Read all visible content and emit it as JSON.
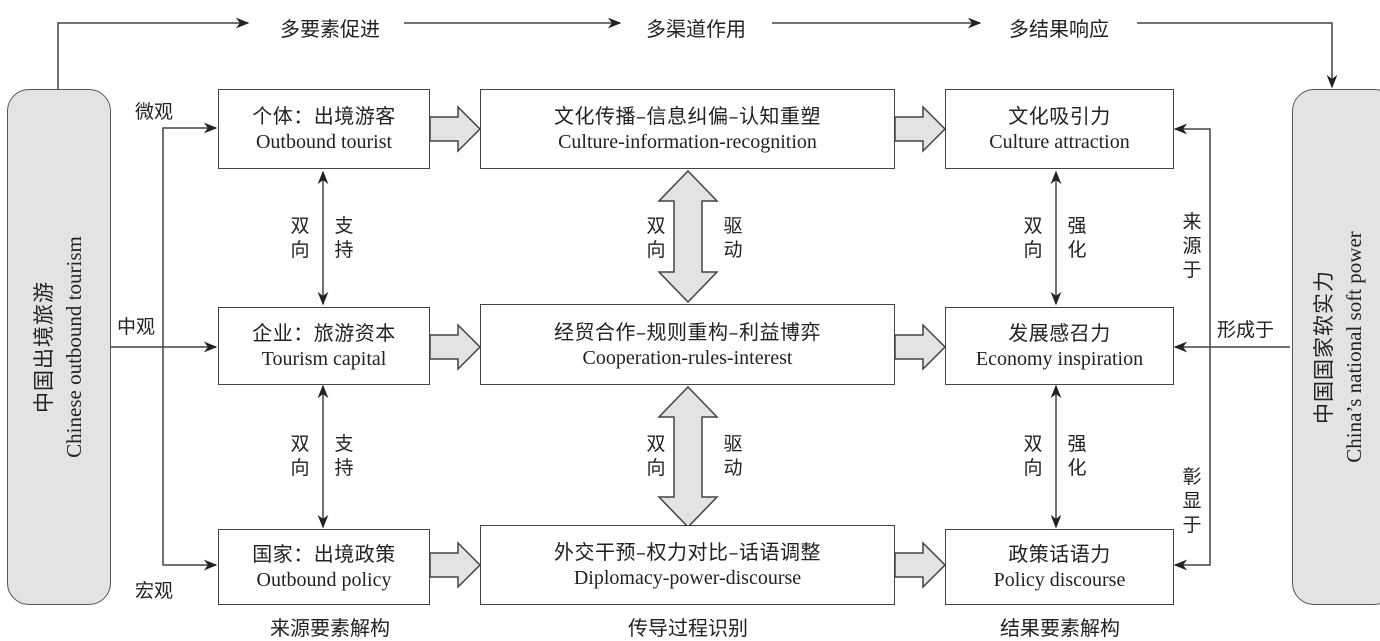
{
  "top_flow": {
    "stage_1": "多要素促进",
    "stage_2": "多渠道作用",
    "stage_3": "多结果响应"
  },
  "left_entity": {
    "zh": "中国出境旅游",
    "en": "Chinese outbound tourism"
  },
  "right_entity": {
    "zh": "中国国家软实力",
    "en": "China’s national soft power"
  },
  "levels": {
    "micro": "微观",
    "meso": "中观",
    "macro": "宏观"
  },
  "source_boxes": [
    {
      "zh": "个体：出境游客",
      "en": "Outbound tourist"
    },
    {
      "zh": "企业：旅游资本",
      "en": "Tourism capital"
    },
    {
      "zh": "国家：出境政策",
      "en": "Outbound policy"
    }
  ],
  "process_boxes": [
    {
      "zh": "文化传播–信息纠偏–认知重塑",
      "en": "Culture-information-recognition"
    },
    {
      "zh": "经贸合作–规则重构–利益博弈",
      "en": "Cooperation-rules-interest"
    },
    {
      "zh": "外交干预–权力对比–话语调整",
      "en": "Diplomacy-power-discourse"
    }
  ],
  "result_boxes": [
    {
      "zh": "文化吸引力",
      "en": "Culture attraction"
    },
    {
      "zh": "发展感召力",
      "en": "Economy inspiration"
    },
    {
      "zh": "政策话语力",
      "en": "Policy discourse"
    }
  ],
  "connector_labels": {
    "source_left": [
      "双",
      "向"
    ],
    "source_right": [
      "支",
      "持"
    ],
    "process_left": [
      "双",
      "向"
    ],
    "process_right": [
      "驱",
      "动"
    ],
    "result_left": [
      "双",
      "向"
    ],
    "result_right": [
      "强",
      "化"
    ],
    "derived_from": [
      "来",
      "源",
      "于"
    ],
    "formed_in": "形成于",
    "manifested_in": [
      "彰",
      "显",
      "于"
    ]
  },
  "column_captions": {
    "source": "来源要素解构",
    "process": "传导过程识别",
    "result": "结果要素解构"
  }
}
